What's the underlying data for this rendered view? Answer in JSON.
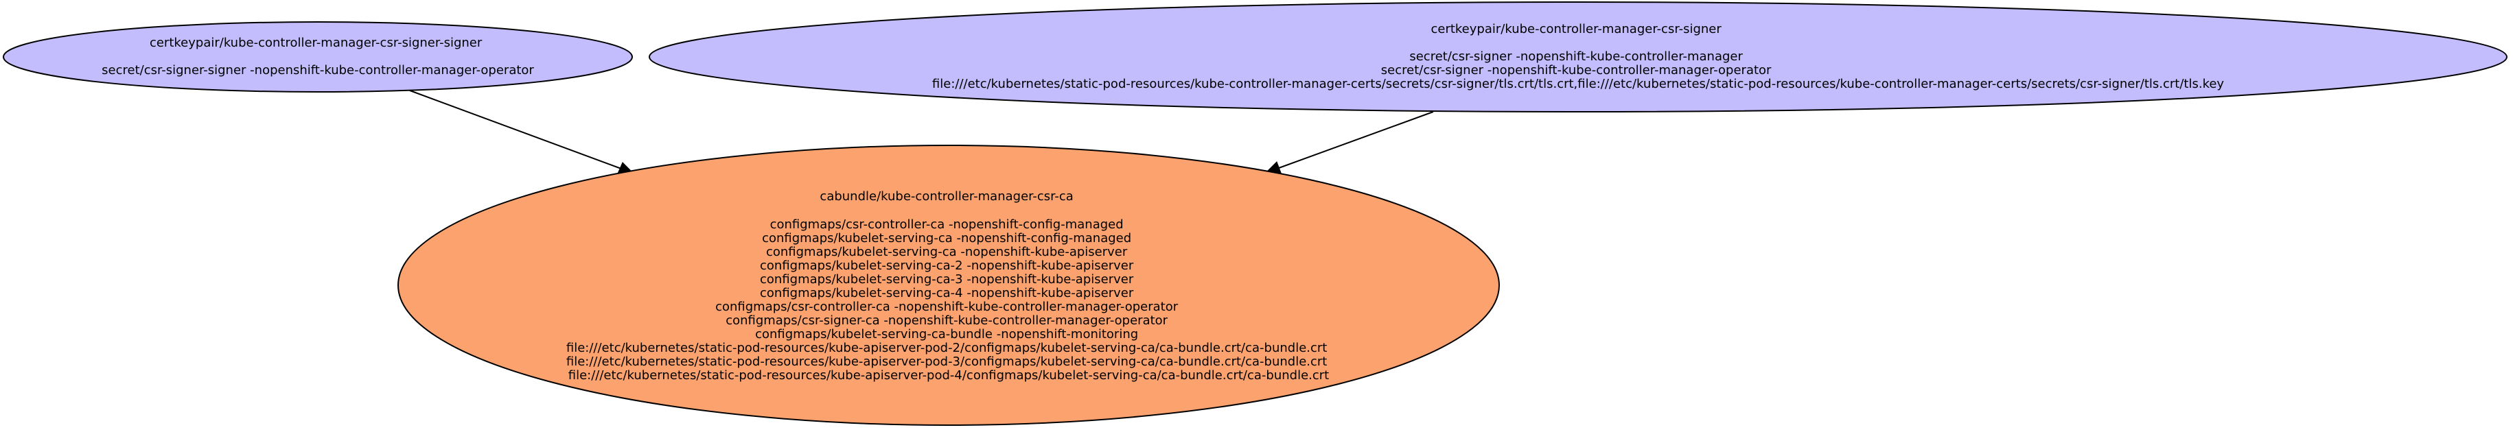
{
  "colors": {
    "signer_fill": "#c4bdfd",
    "bundle_fill": "#fba26e",
    "stroke": "#000000",
    "background": "#ffffff"
  },
  "nodes": {
    "signer_a": {
      "lines": [
        "certkeypair/kube-controller-manager-csr-signer-signer",
        "",
        "secret/csr-signer-signer -nopenshift-kube-controller-manager-operator"
      ]
    },
    "signer_b": {
      "lines": [
        "certkeypair/kube-controller-manager-csr-signer",
        "",
        "secret/csr-signer -nopenshift-kube-controller-manager",
        "secret/csr-signer -nopenshift-kube-controller-manager-operator",
        "file:///etc/kubernetes/static-pod-resources/kube-controller-manager-certs/secrets/csr-signer/tls.crt/tls.crt,file:///etc/kubernetes/static-pod-resources/kube-controller-manager-certs/secrets/csr-signer/tls.crt/tls.key"
      ]
    },
    "cabundle": {
      "lines": [
        "cabundle/kube-controller-manager-csr-ca",
        "",
        "configmaps/csr-controller-ca -nopenshift-config-managed",
        "configmaps/kubelet-serving-ca -nopenshift-config-managed",
        "configmaps/kubelet-serving-ca -nopenshift-kube-apiserver",
        "configmaps/kubelet-serving-ca-2 -nopenshift-kube-apiserver",
        "configmaps/kubelet-serving-ca-3 -nopenshift-kube-apiserver",
        "configmaps/kubelet-serving-ca-4 -nopenshift-kube-apiserver",
        "configmaps/csr-controller-ca -nopenshift-kube-controller-manager-operator",
        "configmaps/csr-signer-ca -nopenshift-kube-controller-manager-operator",
        "configmaps/kubelet-serving-ca-bundle -nopenshift-monitoring",
        "file:///etc/kubernetes/static-pod-resources/kube-apiserver-pod-2/configmaps/kubelet-serving-ca/ca-bundle.crt/ca-bundle.crt",
        "file:///etc/kubernetes/static-pod-resources/kube-apiserver-pod-3/configmaps/kubelet-serving-ca/ca-bundle.crt/ca-bundle.crt",
        "file:///etc/kubernetes/static-pod-resources/kube-apiserver-pod-4/configmaps/kubelet-serving-ca/ca-bundle.crt/ca-bundle.crt"
      ]
    }
  }
}
